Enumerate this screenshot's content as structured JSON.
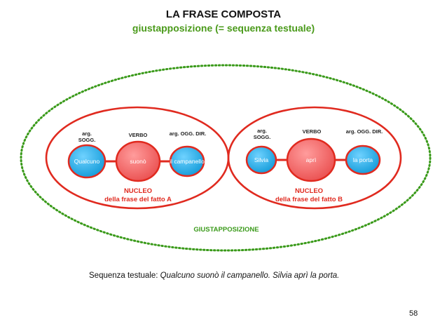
{
  "slide": {
    "title": "LA FRASE COMPOSTA",
    "subtitle": "giustapposizione (= sequenza testuale)",
    "page_number": "58"
  },
  "group_a": {
    "roles": {
      "subject": "arg. SOGG.",
      "verb": "VERBO",
      "object": "arg. OGG. DIR."
    },
    "nodes": {
      "subject": "Qualcuno",
      "verb": "suonò",
      "object": "il campanello"
    },
    "nucleo_line1": "NUCLEO",
    "nucleo_line2": "della frase del fatto A"
  },
  "group_b": {
    "roles": {
      "subject": "arg. SOGG.",
      "verb": "VERBO",
      "object": "arg. OGG. DIR."
    },
    "nodes": {
      "subject": "Silvia",
      "verb": "aprì",
      "object": "la porta"
    },
    "nucleo_line1": "NUCLEO",
    "nucleo_line2": "della frase del fatto B"
  },
  "giustapposizione_label": "GIUSTAPPOSIZIONE",
  "sequenza": {
    "prefix": "Sequenza testuale:",
    "text": "Qualcuno suonò il campanello. Silvia aprì la porta."
  },
  "colors": {
    "green": "#3a9a1a",
    "red": "#e02a1f",
    "blue": "#1aa0e0",
    "verb_fill": "#f26d6d"
  }
}
